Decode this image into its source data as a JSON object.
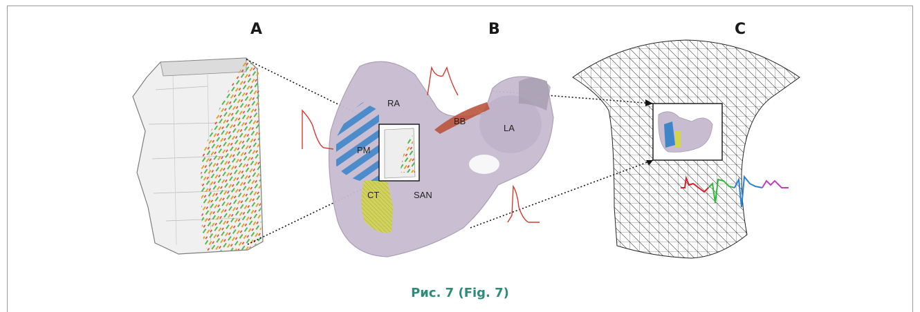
{
  "panels": {
    "a": "A",
    "b": "B",
    "c": "C"
  },
  "labels": {
    "ra": "RA",
    "bb": "BB",
    "la": "LA",
    "pm": "PM",
    "ct": "CT",
    "san": "SAN"
  },
  "caption": "Рис. 7 (Fig. 7)",
  "colors": {
    "caption": "#2e8b7a",
    "atria": "#c8bcd0",
    "pm": "#3f86c9",
    "ct": "#d3d54a",
    "bb": "#b9543d",
    "ap_trace": "#d63a2f",
    "ecg_red": "#d6202a",
    "ecg_green": "#2db83a",
    "ecg_blue": "#2a7fd4",
    "ecg_magenta": "#c43bc4"
  }
}
